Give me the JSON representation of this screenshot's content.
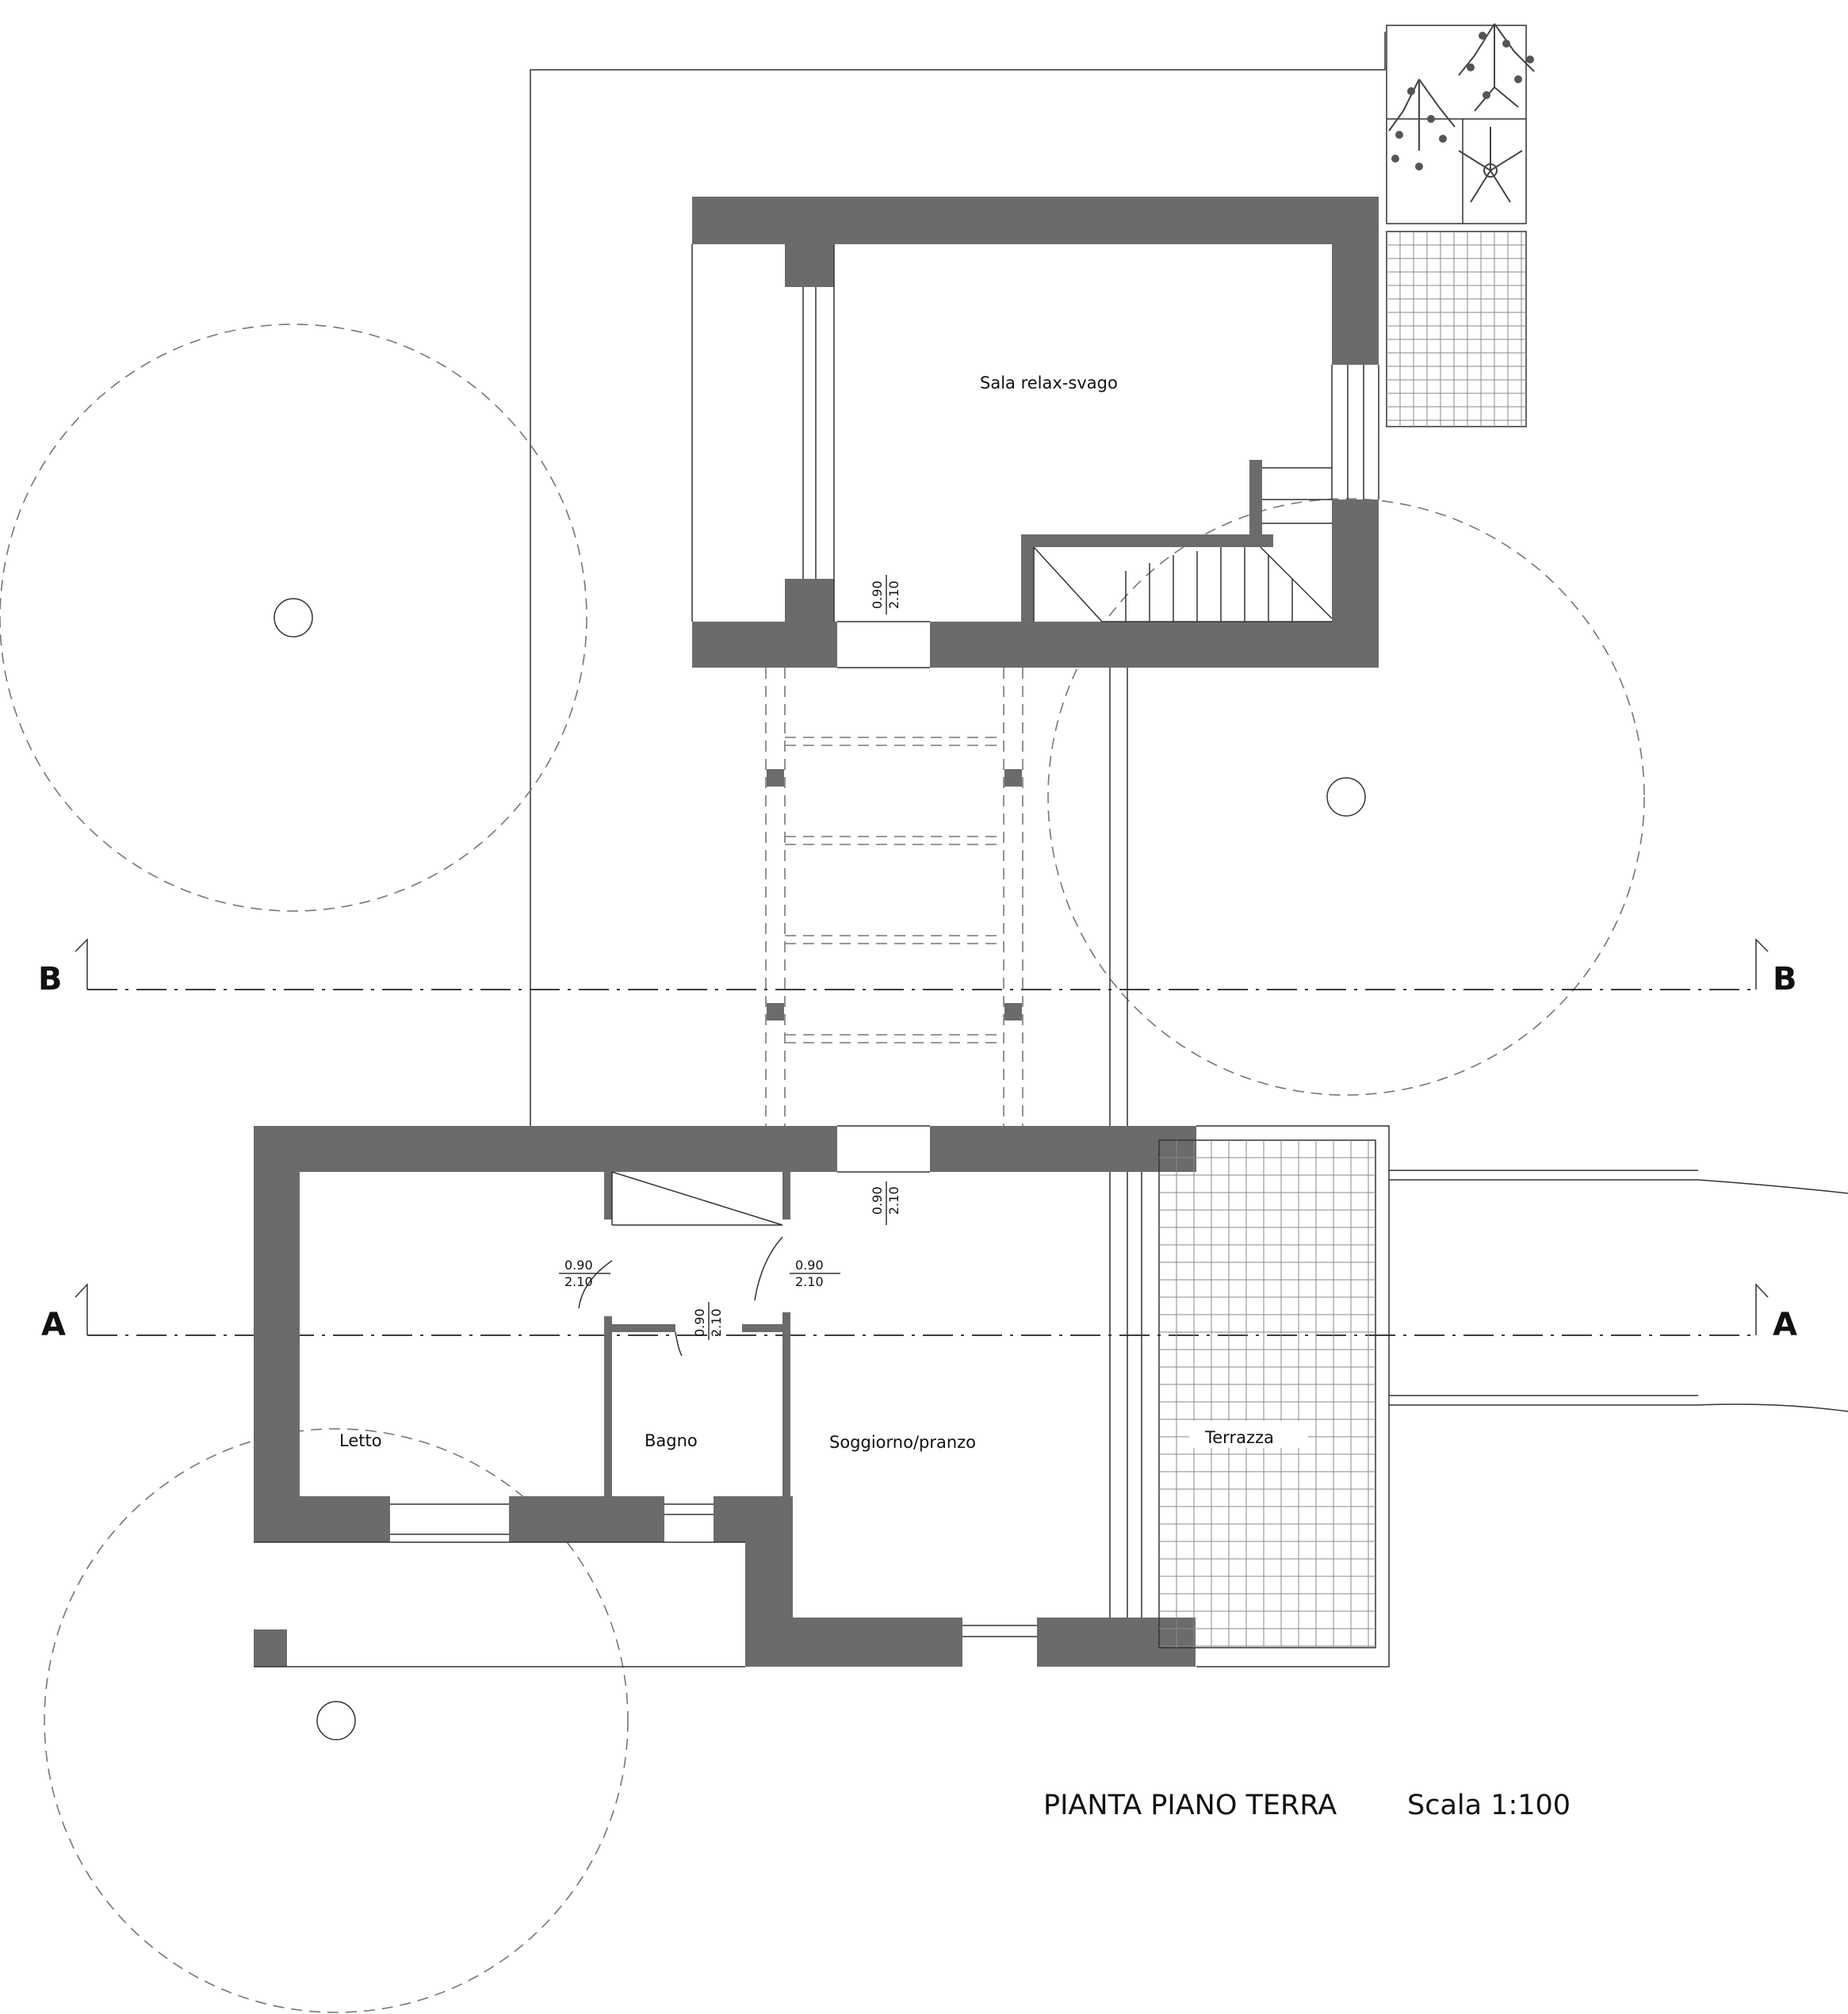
{
  "colors": {
    "wall": "#6b6b6b",
    "line": "#333333"
  },
  "title": {
    "text": "PIANTA PIANO TERRA",
    "scale": "Scala 1:100"
  },
  "sections": {
    "b_left": "B",
    "b_right": "B",
    "a_left": "A",
    "a_right": "A"
  },
  "rooms": {
    "sala": "Sala relax-svago",
    "letto": "Letto",
    "bagno": "Bagno",
    "soggiorno": "Soggiorno/pranzo",
    "terrazza": "Terrazza"
  },
  "doors": {
    "upper": {
      "w": "0.90",
      "h": "2.10"
    },
    "entrance": {
      "w": "0.90",
      "h": "2.10"
    },
    "letto": {
      "w": "0.90",
      "h": "2.10"
    },
    "soggiorno": {
      "w": "0.90",
      "h": "2.10"
    },
    "bagno": {
      "w": "0.90",
      "h": "2.10"
    }
  }
}
